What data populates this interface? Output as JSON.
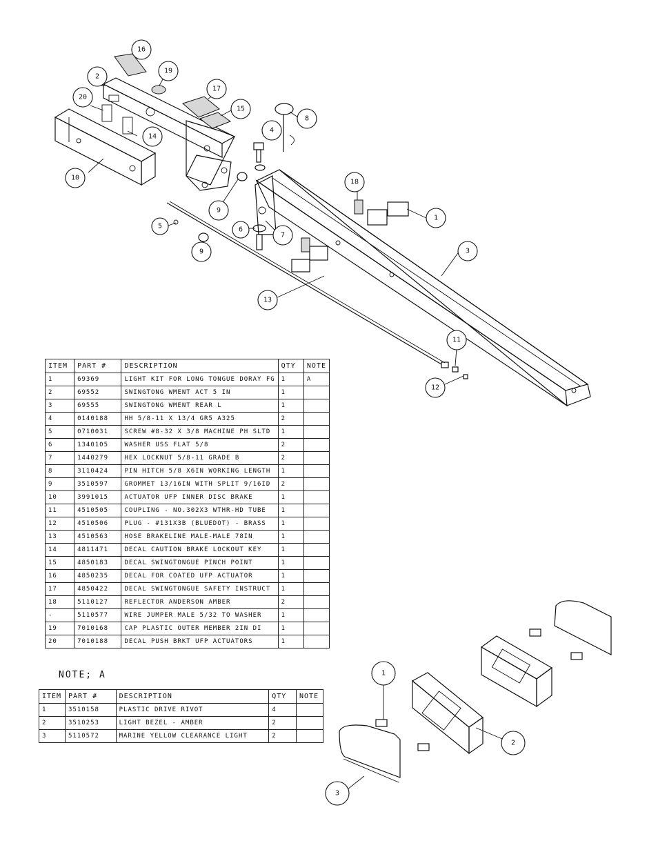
{
  "callouts": {
    "main": [
      "16",
      "2",
      "19",
      "20",
      "17",
      "15",
      "8",
      "4",
      "14",
      "10",
      "9",
      "18",
      "1",
      "5",
      "6",
      "7",
      "9",
      "3",
      "13",
      "11",
      "12"
    ],
    "detail": [
      "1",
      "2",
      "3"
    ]
  },
  "main_table": {
    "headers": [
      "ITEM",
      "PART #",
      "DESCRIPTION",
      "QTY",
      "NOTE"
    ],
    "rows": [
      {
        "item": "1",
        "part": "69369",
        "desc": "LIGHT KIT FOR LONG TONGUE DORAY FG",
        "qty": "1",
        "note": "A"
      },
      {
        "item": "2",
        "part": "69552",
        "desc": "SWINGTONG WMENT ACT 5 IN",
        "qty": "1",
        "note": ""
      },
      {
        "item": "3",
        "part": "69555",
        "desc": "SWINGTONG WMENT REAR L",
        "qty": "1",
        "note": ""
      },
      {
        "item": "4",
        "part": "0140188",
        "desc": "HH 5/8-11 X 13/4  GR5 A325",
        "qty": "2",
        "note": ""
      },
      {
        "item": "5",
        "part": "0710031",
        "desc": "SCREW #8-32 X 3/8 MACHINE PH SLTD",
        "qty": "1",
        "note": ""
      },
      {
        "item": "6",
        "part": "1340105",
        "desc": "WASHER USS FLAT 5/8",
        "qty": "2",
        "note": ""
      },
      {
        "item": "7",
        "part": "1440279",
        "desc": "HEX LOCKNUT 5/8-11 GRADE B",
        "qty": "2",
        "note": ""
      },
      {
        "item": "8",
        "part": "3110424",
        "desc": "PIN HITCH 5/8 X6IN WORKING LENGTH",
        "qty": "1",
        "note": ""
      },
      {
        "item": "9",
        "part": "3510597",
        "desc": "GROMMET 13/16IN  WITH SPLIT 9/16ID",
        "qty": "2",
        "note": ""
      },
      {
        "item": "10",
        "part": "3991015",
        "desc": "ACTUATOR UFP INNER  DISC BRAKE",
        "qty": "1",
        "note": ""
      },
      {
        "item": "11",
        "part": "4510505",
        "desc": "COUPLING - NO.302X3 WTHR-HD TUBE",
        "qty": "1",
        "note": ""
      },
      {
        "item": "12",
        "part": "4510506",
        "desc": "PLUG - #131X3B (BLUEDOT) - BRASS",
        "qty": "1",
        "note": ""
      },
      {
        "item": "13",
        "part": "4510563",
        "desc": "HOSE BRAKELINE MALE-MALE 78IN",
        "qty": "1",
        "note": ""
      },
      {
        "item": "14",
        "part": "4811471",
        "desc": "DECAL CAUTION BRAKE LOCKOUT KEY",
        "qty": "1",
        "note": ""
      },
      {
        "item": "15",
        "part": "4850183",
        "desc": "DECAL SWINGTONGUE PINCH POINT",
        "qty": "1",
        "note": ""
      },
      {
        "item": "16",
        "part": "4850235",
        "desc": "DECAL FOR COATED UFP ACTUATOR",
        "qty": "1",
        "note": ""
      },
      {
        "item": "17",
        "part": "4850422",
        "desc": "DECAL SWINGTONGUE SAFETY INSTRUCT",
        "qty": "1",
        "note": ""
      },
      {
        "item": "18",
        "part": "5110127",
        "desc": "REFLECTOR ANDERSON AMBER",
        "qty": "2",
        "note": ""
      },
      {
        "item": "-",
        "part": "5110577",
        "desc": "WIRE JUMPER MALE 5/32 TO WASHER",
        "qty": "1",
        "note": ""
      },
      {
        "item": "19",
        "part": "7010168",
        "desc": "CAP  PLASTIC OUTER MEMBER 2IN DI",
        "qty": "1",
        "note": ""
      },
      {
        "item": "20",
        "part": "7010188",
        "desc": "DECAL PUSH BRKT UFP ACTUATORS",
        "qty": "1",
        "note": ""
      }
    ]
  },
  "note_title": "NOTE; A",
  "note_table": {
    "headers": [
      "ITEM",
      "PART #",
      "DESCRIPTION",
      "QTY",
      "NOTE"
    ],
    "rows": [
      {
        "item": "1",
        "part": "3510158",
        "desc": "PLASTIC DRIVE RIVOT",
        "qty": "4",
        "note": ""
      },
      {
        "item": "2",
        "part": "3510253",
        "desc": "LIGHT BEZEL - AMBER",
        "qty": "2",
        "note": ""
      },
      {
        "item": "3",
        "part": "5110572",
        "desc": "MARINE YELLOW CLEARANCE LIGHT",
        "qty": "2",
        "note": ""
      }
    ]
  }
}
